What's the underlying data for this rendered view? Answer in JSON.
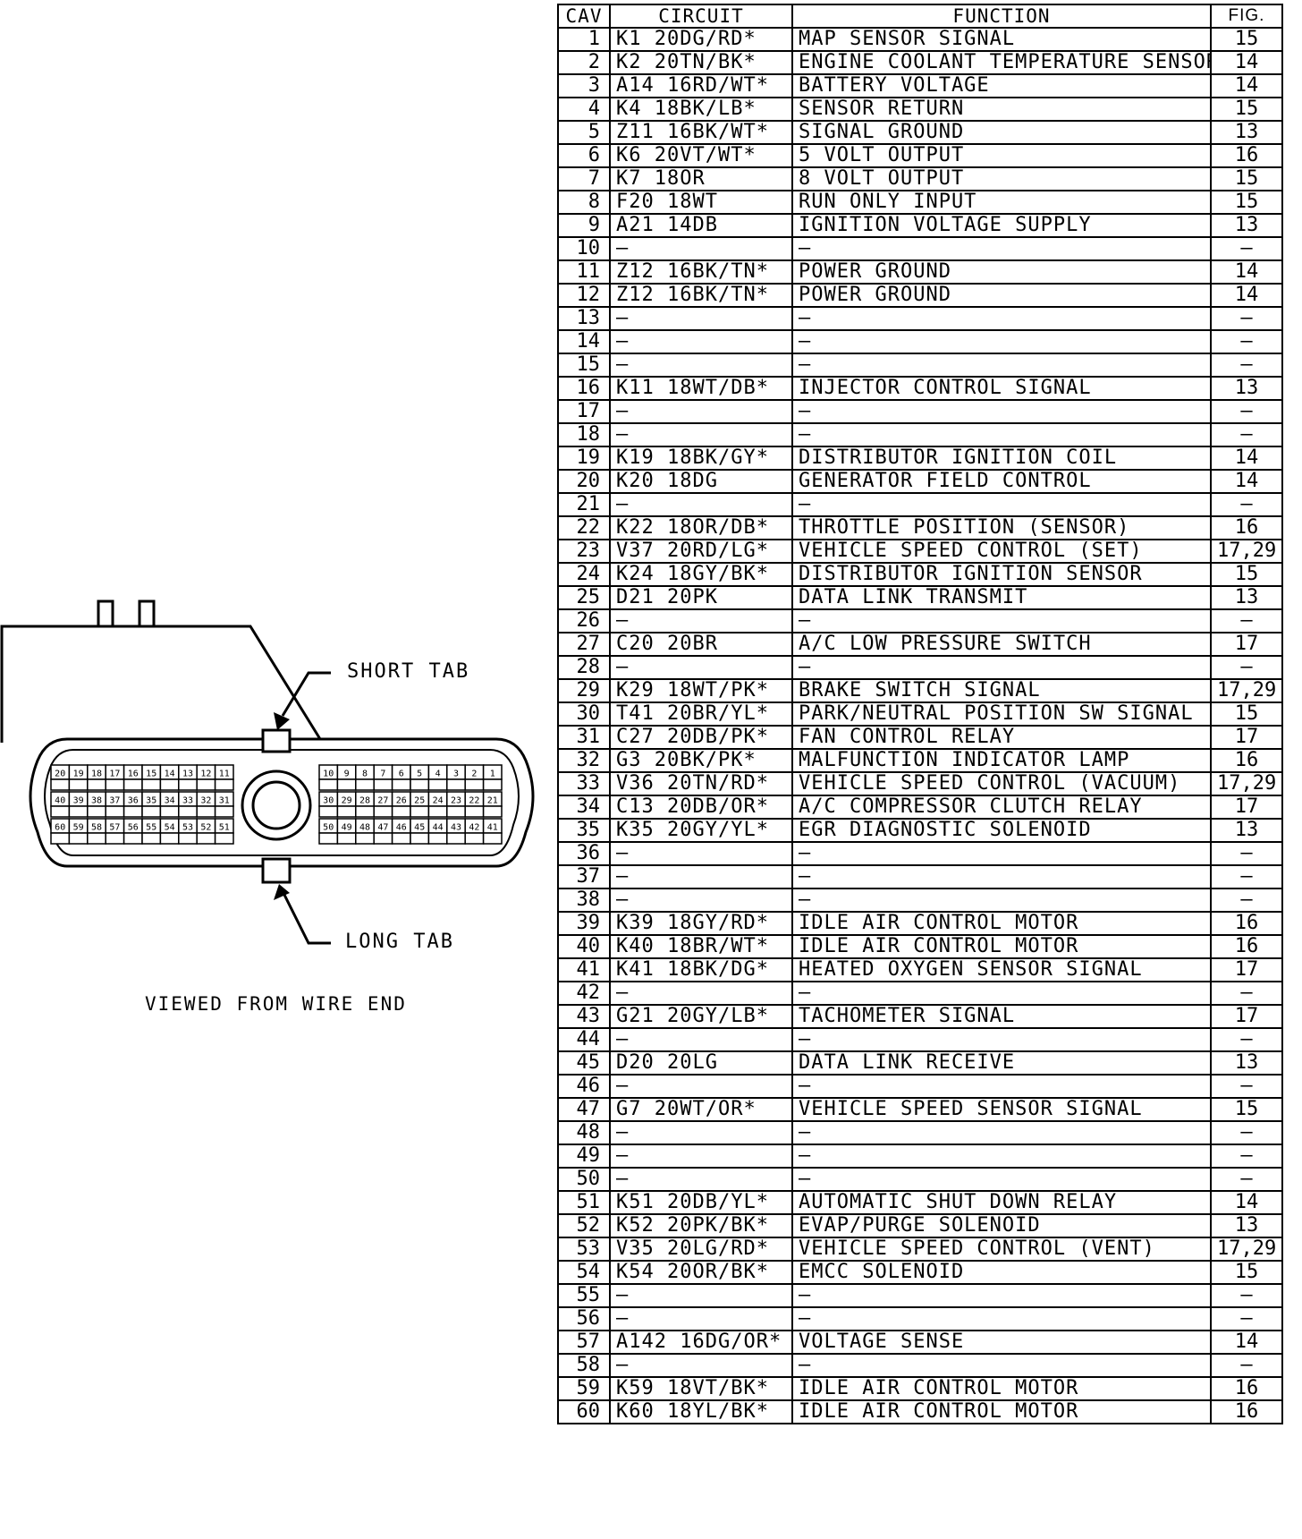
{
  "connector": {
    "short_tab_label": "SHORT TAB",
    "long_tab_label": "LONG TAB",
    "view_note": "VIEWED FROM WIRE END",
    "pin_rows_left": [
      [
        "20",
        "19",
        "18",
        "17",
        "16",
        "15",
        "14",
        "13",
        "12",
        "11"
      ],
      [
        "40",
        "39",
        "38",
        "37",
        "36",
        "35",
        "34",
        "33",
        "32",
        "31"
      ],
      [
        "60",
        "59",
        "58",
        "57",
        "56",
        "55",
        "54",
        "53",
        "52",
        "51"
      ]
    ],
    "pin_rows_right": [
      [
        "10",
        "9",
        "8",
        "7",
        "6",
        "5",
        "4",
        "3",
        "2",
        "1"
      ],
      [
        "30",
        "29",
        "28",
        "27",
        "26",
        "25",
        "24",
        "23",
        "22",
        "21"
      ],
      [
        "50",
        "49",
        "48",
        "47",
        "46",
        "45",
        "44",
        "43",
        "42",
        "41"
      ]
    ]
  },
  "table": {
    "headers": {
      "cav": "CAV",
      "circuit": "CIRCUIT",
      "function": "FUNCTION",
      "fig": "FIG."
    },
    "rows": [
      {
        "cav": "1",
        "circuit": "K1 20DG/RD*",
        "function": "MAP SENSOR SIGNAL",
        "fig": "15"
      },
      {
        "cav": "2",
        "circuit": "K2 20TN/BK*",
        "function": "ENGINE COOLANT TEMPERATURE SENSOR",
        "fig": "14"
      },
      {
        "cav": "3",
        "circuit": "A14 16RD/WT*",
        "function": "BATTERY VOLTAGE",
        "fig": "14"
      },
      {
        "cav": "4",
        "circuit": "K4 18BK/LB*",
        "function": "SENSOR RETURN",
        "fig": "15"
      },
      {
        "cav": "5",
        "circuit": "Z11 16BK/WT*",
        "function": "SIGNAL GROUND",
        "fig": "13"
      },
      {
        "cav": "6",
        "circuit": "K6 20VT/WT*",
        "function": "5 VOLT OUTPUT",
        "fig": "16"
      },
      {
        "cav": "7",
        "circuit": "K7 18OR",
        "function": "8 VOLT OUTPUT",
        "fig": "15"
      },
      {
        "cav": "8",
        "circuit": "F20 18WT",
        "function": "RUN ONLY INPUT",
        "fig": "15"
      },
      {
        "cav": "9",
        "circuit": "A21 14DB",
        "function": "IGNITION VOLTAGE SUPPLY",
        "fig": "13"
      },
      {
        "cav": "10",
        "circuit": "—",
        "function": "—",
        "fig": "—"
      },
      {
        "cav": "11",
        "circuit": "Z12 16BK/TN*",
        "function": "POWER GROUND",
        "fig": "14"
      },
      {
        "cav": "12",
        "circuit": "Z12 16BK/TN*",
        "function": "POWER GROUND",
        "fig": "14"
      },
      {
        "cav": "13",
        "circuit": "—",
        "function": "—",
        "fig": "—"
      },
      {
        "cav": "14",
        "circuit": "—",
        "function": "—",
        "fig": "—"
      },
      {
        "cav": "15",
        "circuit": "—",
        "function": "—",
        "fig": "—"
      },
      {
        "cav": "16",
        "circuit": "K11 18WT/DB*",
        "function": "INJECTOR CONTROL SIGNAL",
        "fig": "13"
      },
      {
        "cav": "17",
        "circuit": "—",
        "function": "—",
        "fig": "—"
      },
      {
        "cav": "18",
        "circuit": "—",
        "function": "—",
        "fig": "—"
      },
      {
        "cav": "19",
        "circuit": "K19 18BK/GY*",
        "function": "DISTRIBUTOR IGNITION COIL",
        "fig": "14"
      },
      {
        "cav": "20",
        "circuit": "K20 18DG",
        "function": "GENERATOR FIELD CONTROL",
        "fig": "14"
      },
      {
        "cav": "21",
        "circuit": "—",
        "function": "—",
        "fig": "—"
      },
      {
        "cav": "22",
        "circuit": "K22 18OR/DB*",
        "function": "THROTTLE POSITION (SENSOR)",
        "fig": "16"
      },
      {
        "cav": "23",
        "circuit": "V37 20RD/LG*",
        "function": "VEHICLE SPEED CONTROL (SET)",
        "fig": "17,29"
      },
      {
        "cav": "24",
        "circuit": "K24 18GY/BK*",
        "function": "DISTRIBUTOR IGNITION SENSOR",
        "fig": "15"
      },
      {
        "cav": "25",
        "circuit": "D21 20PK",
        "function": "DATA LINK TRANSMIT",
        "fig": "13"
      },
      {
        "cav": "26",
        "circuit": "—",
        "function": "—",
        "fig": "—"
      },
      {
        "cav": "27",
        "circuit": "C20 20BR",
        "function": "A/C LOW PRESSURE SWITCH",
        "fig": "17"
      },
      {
        "cav": "28",
        "circuit": "—",
        "function": "—",
        "fig": "—"
      },
      {
        "cav": "29",
        "circuit": "K29 18WT/PK*",
        "function": "BRAKE SWITCH SIGNAL",
        "fig": "17,29"
      },
      {
        "cav": "30",
        "circuit": "T41 20BR/YL*",
        "function": "PARK/NEUTRAL POSITION SW SIGNAL",
        "fig": "15"
      },
      {
        "cav": "31",
        "circuit": "C27 20DB/PK*",
        "function": "FAN CONTROL RELAY",
        "fig": "17"
      },
      {
        "cav": "32",
        "circuit": "G3 20BK/PK*",
        "function": "MALFUNCTION INDICATOR LAMP",
        "fig": "16"
      },
      {
        "cav": "33",
        "circuit": "V36 20TN/RD*",
        "function": "VEHICLE SPEED CONTROL (VACUUM)",
        "fig": "17,29"
      },
      {
        "cav": "34",
        "circuit": "C13 20DB/OR*",
        "function": "A/C COMPRESSOR CLUTCH RELAY",
        "fig": "17"
      },
      {
        "cav": "35",
        "circuit": "K35 20GY/YL*",
        "function": "EGR DIAGNOSTIC SOLENOID",
        "fig": "13"
      },
      {
        "cav": "36",
        "circuit": "—",
        "function": "—",
        "fig": "—"
      },
      {
        "cav": "37",
        "circuit": "—",
        "function": "—",
        "fig": "—"
      },
      {
        "cav": "38",
        "circuit": "—",
        "function": "—",
        "fig": "—"
      },
      {
        "cav": "39",
        "circuit": "K39 18GY/RD*",
        "function": "IDLE AIR CONTROL MOTOR",
        "fig": "16"
      },
      {
        "cav": "40",
        "circuit": "K40 18BR/WT*",
        "function": "IDLE AIR CONTROL MOTOR",
        "fig": "16"
      },
      {
        "cav": "41",
        "circuit": "K41 18BK/DG*",
        "function": "HEATED OXYGEN SENSOR SIGNAL",
        "fig": "17"
      },
      {
        "cav": "42",
        "circuit": "—",
        "function": "—",
        "fig": "—"
      },
      {
        "cav": "43",
        "circuit": "G21 20GY/LB*",
        "function": "TACHOMETER SIGNAL",
        "fig": "17"
      },
      {
        "cav": "44",
        "circuit": "—",
        "function": "—",
        "fig": "—"
      },
      {
        "cav": "45",
        "circuit": "D20 20LG",
        "function": "DATA LINK RECEIVE",
        "fig": "13"
      },
      {
        "cav": "46",
        "circuit": "—",
        "function": "—",
        "fig": "—"
      },
      {
        "cav": "47",
        "circuit": "G7 20WT/OR*",
        "function": "VEHICLE SPEED SENSOR SIGNAL",
        "fig": "15"
      },
      {
        "cav": "48",
        "circuit": "—",
        "function": "—",
        "fig": "—"
      },
      {
        "cav": "49",
        "circuit": "—",
        "function": "—",
        "fig": "—"
      },
      {
        "cav": "50",
        "circuit": "—",
        "function": "—",
        "fig": "—"
      },
      {
        "cav": "51",
        "circuit": "K51 20DB/YL*",
        "function": "AUTOMATIC SHUT DOWN RELAY",
        "fig": "14"
      },
      {
        "cav": "52",
        "circuit": "K52 20PK/BK*",
        "function": "EVAP/PURGE SOLENOID",
        "fig": "13"
      },
      {
        "cav": "53",
        "circuit": "V35 20LG/RD*",
        "function": "VEHICLE SPEED CONTROL (VENT)",
        "fig": "17,29"
      },
      {
        "cav": "54",
        "circuit": "K54 20OR/BK*",
        "function": "EMCC SOLENOID",
        "fig": "15"
      },
      {
        "cav": "55",
        "circuit": "—",
        "function": "—",
        "fig": "—"
      },
      {
        "cav": "56",
        "circuit": "—",
        "function": "—",
        "fig": "—"
      },
      {
        "cav": "57",
        "circuit": "A142 16DG/OR*",
        "function": "VOLTAGE SENSE",
        "fig": "14"
      },
      {
        "cav": "58",
        "circuit": "—",
        "function": "—",
        "fig": "—"
      },
      {
        "cav": "59",
        "circuit": "K59 18VT/BK*",
        "function": "IDLE AIR CONTROL MOTOR",
        "fig": "16"
      },
      {
        "cav": "60",
        "circuit": "K60 18YL/BK*",
        "function": "IDLE AIR CONTROL MOTOR",
        "fig": "16"
      }
    ]
  }
}
